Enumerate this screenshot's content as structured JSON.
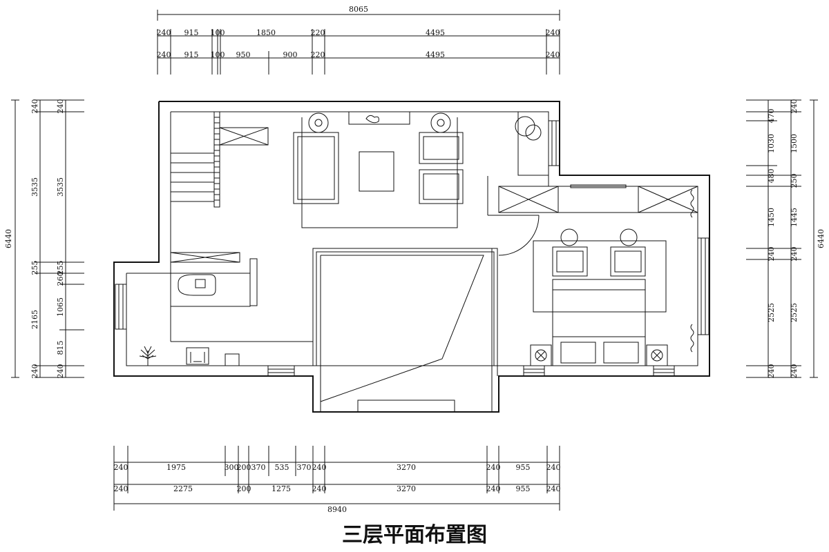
{
  "title": "三层平面布置图",
  "top": {
    "total": "8065",
    "row1": [
      "240",
      "915",
      "100",
      "1850",
      "220",
      "4495",
      "240"
    ],
    "row2": [
      "240",
      "915",
      "100",
      "950",
      "900",
      "220",
      "4495",
      "240"
    ]
  },
  "bottom": {
    "row1": [
      "240",
      "1975",
      "300",
      "200",
      "370",
      "535",
      "370",
      "240",
      "3270",
      "240",
      "955",
      "240"
    ],
    "row2": [
      "240",
      "2275",
      "200",
      "1275",
      "240",
      "3270",
      "240",
      "955",
      "240"
    ],
    "total": "8940"
  },
  "left": {
    "total": "6440",
    "outer": [
      "240",
      "3535",
      "255",
      "2165",
      "240"
    ],
    "inner": [
      "240",
      "3535",
      "255",
      "260",
      "1065",
      "815",
      "240"
    ]
  },
  "right": {
    "total": "6440",
    "outer": [
      "240",
      "1500",
      "250",
      "1445",
      "240",
      "2525",
      "240"
    ],
    "inner": [
      "470",
      "1030",
      "480",
      "1450",
      "240",
      "2525",
      "240"
    ]
  }
}
